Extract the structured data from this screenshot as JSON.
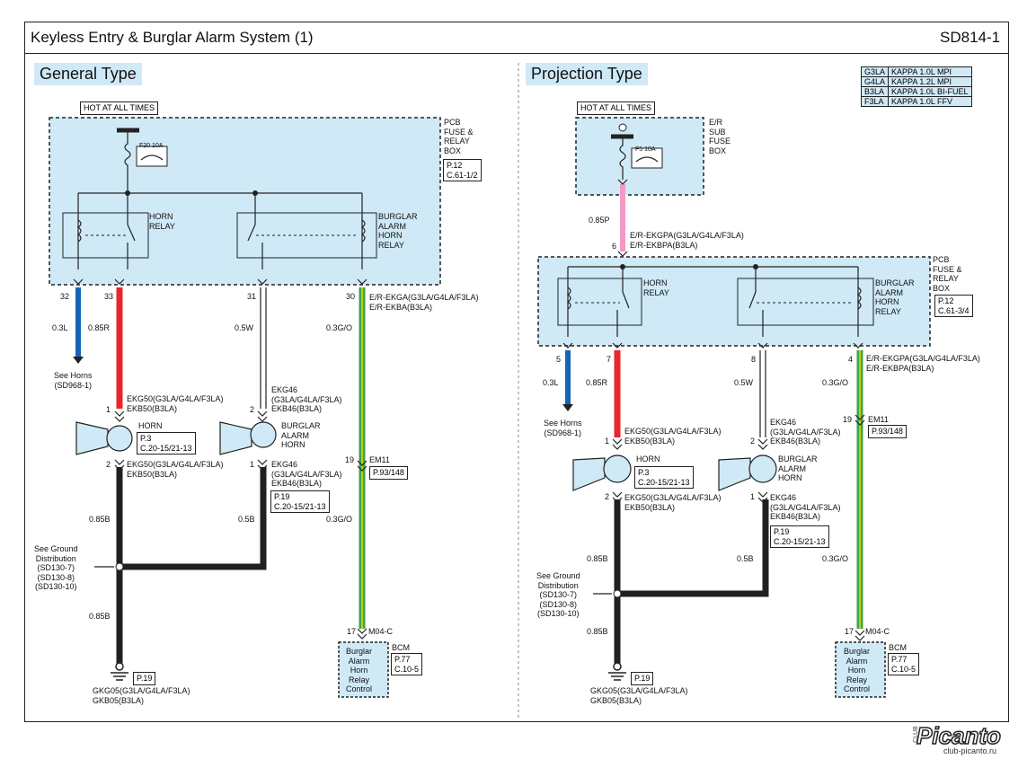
{
  "header": {
    "title": "Keyless Entry & Burglar Alarm System (1)",
    "code": "SD814-1"
  },
  "legend": [
    {
      "code": "G3LA",
      "desc": "KAPPA 1.0L MPI"
    },
    {
      "code": "G4LA",
      "desc": "KAPPA 1.2L MPI"
    },
    {
      "code": "B3LA",
      "desc": "KAPPA 1.0L BI-FUEL"
    },
    {
      "code": "F3LA",
      "desc": "KAPPA 1.0L FFV"
    }
  ],
  "colors": {
    "panel": "#cfe9f7",
    "wire_red": "#e8262c",
    "wire_blue": "#1565b8",
    "wire_green": "#3aa648",
    "wire_yellow": "#f0d800",
    "wire_pink": "#f29ac6",
    "wire_black": "#231f20"
  },
  "general": {
    "title": "General Type",
    "hot": "HOT AT ALL TIMES",
    "fuse": "F20 10A",
    "pcb_box": "PCB\nFUSE &\nRELAY\nBOX",
    "pcb_ref": "P.12\nC.61-1/2",
    "horn_relay": "HORN\nRELAY",
    "burglar_relay": "BURGLAR\nALARM\nHORN\nRELAY",
    "pins": {
      "p32": "32",
      "p33": "33",
      "p31": "31",
      "p30": "30"
    },
    "conn_pcb": "E/R-EKGA(G3LA/G4LA/F3LA)\nE/R-EKBA(B3LA)",
    "w_032l": "0.3L",
    "w_085r": "0.85R",
    "w_05w": "0.5W",
    "w_03go_a": "0.3G/O",
    "see_horns": "See Horns\n(SD968-1)",
    "ekg50_top": "EKG50(G3LA/G4LA/F3LA)\nEKB50(B3LA)",
    "ekg46_top": "EKG46\n(G3LA/G4LA/F3LA)\nEKB46(B3LA)",
    "horn": "HORN",
    "horn_ref": "P.3\nC.20-15/21-13",
    "burglar_horn": "BURGLAR\nALARM\nHORN",
    "ekg50_bot": "EKG50(G3LA/G4LA/F3LA)\nEKB50(B3LA)",
    "ekg46_bot": "EKG46\n(G3LA/G4LA/F3LA)\nEKB46(B3LA)",
    "burglar_ref": "P.19\nC.20-15/21-13",
    "em11": "EM11",
    "em11_ref": "P.93/148",
    "w_085b_a": "0.85B",
    "w_05b": "0.5B",
    "w_03go_b": "0.3G/O",
    "ground_see": "See Ground\nDistribution\n(SD130-7)\n(SD130-8)\n(SD130-10)",
    "w_085b_b": "0.85B",
    "m04c": "M04-C",
    "bcm": "BCM",
    "bcm_ref": "P.77\nC.10-5",
    "bcm_text": "Burglar\nAlarm\nHorn\nRelay\nControl",
    "gnd_ref": "P.19",
    "gnd_conn": "GKG05(G3LA/G4LA/F3LA)\nGKB05(B3LA)",
    "n1": "1",
    "n2": "2",
    "n2b": "2",
    "n1b": "1",
    "n19": "19",
    "n17": "17"
  },
  "projection": {
    "title": "Projection Type",
    "hot": "HOT AT ALL TIMES",
    "fuse": "F5 10A",
    "er_box": "E/R\nSUB\nFUSE\nBOX",
    "w_085p": "0.85P",
    "conn_er": "E/R-EKGPA(G3LA/G4LA/F3LA)\nE/R-EKBPA(B3LA)",
    "p6": "6",
    "pcb_box": "PCB\nFUSE &\nRELAY\nBOX",
    "pcb_ref": "P.12\nC.61-3/4",
    "horn_relay": "HORN\nRELAY",
    "burglar_relay": "BURGLAR\nALARM\nHORN\nRELAY",
    "pins": {
      "p5": "5",
      "p7": "7",
      "p8": "8",
      "p4": "4"
    },
    "conn_pcb": "E/R-EKGPA(G3LA/G4LA/F3LA)\nE/R-EKBPA(B3LA)",
    "w_03l": "0.3L",
    "w_085r": "0.85R",
    "w_05w": "0.5W",
    "w_03go_a": "0.3G/O",
    "see_horns": "See Horns\n(SD968-1)",
    "em11": "EM11",
    "em11_ref": "P.93/148",
    "ekg50_top": "EKG50(G3LA/G4LA/F3LA)\nEKB50(B3LA)",
    "ekg46_top": "EKG46\n(G3LA/G4LA/F3LA)\nEKB46(B3LA)",
    "horn": "HORN",
    "horn_ref": "P.3\nC.20-15/21-13",
    "burglar_horn": "BURGLAR\nALARM\nHORN",
    "ekg50_bot": "EKG50(G3LA/G4LA/F3LA)\nEKB50(B3LA)",
    "ekg46_bot": "EKG46\n(G3LA/G4LA/F3LA)\nEKB46(B3LA)",
    "burglar_ref": "P.19\nC.20-15/21-13",
    "w_085b_a": "0.85B",
    "w_05b": "0.5B",
    "w_03go_b": "0.3G/O",
    "ground_see": "See Ground\nDistribution\n(SD130-7)\n(SD130-8)\n(SD130-10)",
    "w_085b_b": "0.85B",
    "m04c": "M04-C",
    "bcm": "BCM",
    "bcm_ref": "P.77\nC.10-5",
    "bcm_text": "Burglar\nAlarm\nHorn\nRelay\nControl",
    "gnd_ref": "P.19",
    "gnd_conn": "GKG05(G3LA/G4LA/F3LA)\nGKB05(B3LA)",
    "n1": "1",
    "n2": "2",
    "n2b": "2",
    "n1b": "1",
    "n19": "19",
    "n17": "17"
  },
  "logo": {
    "name": "Picanto",
    "club": "CLUB",
    "url": "club-picanto.ru"
  }
}
